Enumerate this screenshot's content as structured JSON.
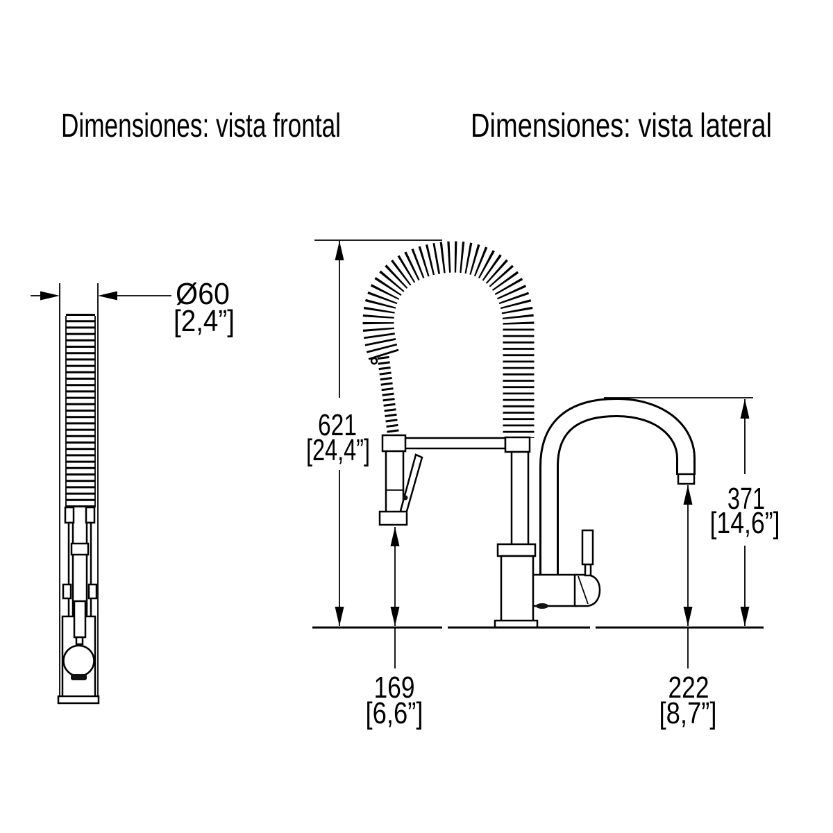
{
  "titles": {
    "front": "Dimensiones: vista frontal",
    "side": "Dimensiones: vista lateral"
  },
  "dims": {
    "diameter": {
      "mm": "Ø60",
      "in": "[2,4”]"
    },
    "total": {
      "mm": "621",
      "in": "[24,4”]"
    },
    "spout": {
      "mm": "371",
      "in": "[14,6”]"
    },
    "sprayer": {
      "mm": "169",
      "in": "[6,6”]"
    },
    "outlet": {
      "mm": "222",
      "in": "[8,7”]"
    }
  },
  "colors": {
    "line": "#000000",
    "background": "#ffffff"
  }
}
